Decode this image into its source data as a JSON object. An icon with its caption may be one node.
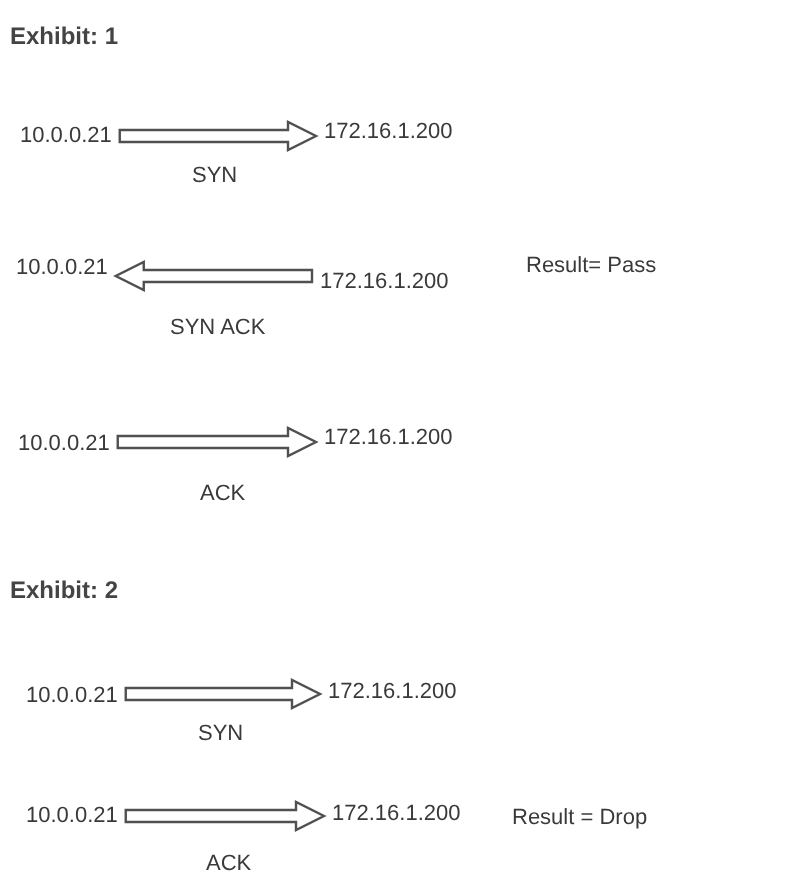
{
  "diagram": {
    "nodes": [
      {
        "text": [
          "10.0.0.21"
        ]
      },
      {
        "text": [
          "172.16.1.200"
        ]
      },
      {
        "text": [
          "10.0.0.21"
        ]
      },
      {
        "text": [
          "172.16.1.200"
        ]
      },
      {
        "text": [
          "10.0.0.21"
        ]
      },
      {
        "text": [
          "172.16.1.200"
        ]
      },
      {
        "text": [
          "10.0.0.21"
        ]
      },
      {
        "text": [
          "172.16.1.200"
        ]
      },
      {
        "text": [
          "10.0.0.21"
        ]
      },
      {
        "text": [
          "172.16.1.200"
        ]
      }
    ],
    "edges": [
      {
        "from": 0,
        "to": 1,
        "arrow": "to",
        "label": "SYN"
      },
      {
        "from": 3,
        "to": 2,
        "arrow": "to",
        "label": "SYN ACK"
      },
      {
        "from": 4,
        "to": 5,
        "arrow": "to",
        "label": "ACK"
      },
      {
        "from": 6,
        "to": 7,
        "arrow": "to",
        "label": "SYN"
      },
      {
        "from": 8,
        "to": 9,
        "arrow": "to",
        "label": "ACK"
      }
    ],
    "labels": [
      "Exhibit: 1",
      "Result= Pass",
      "Exhibit: 2",
      "Result = Drop"
    ]
  }
}
